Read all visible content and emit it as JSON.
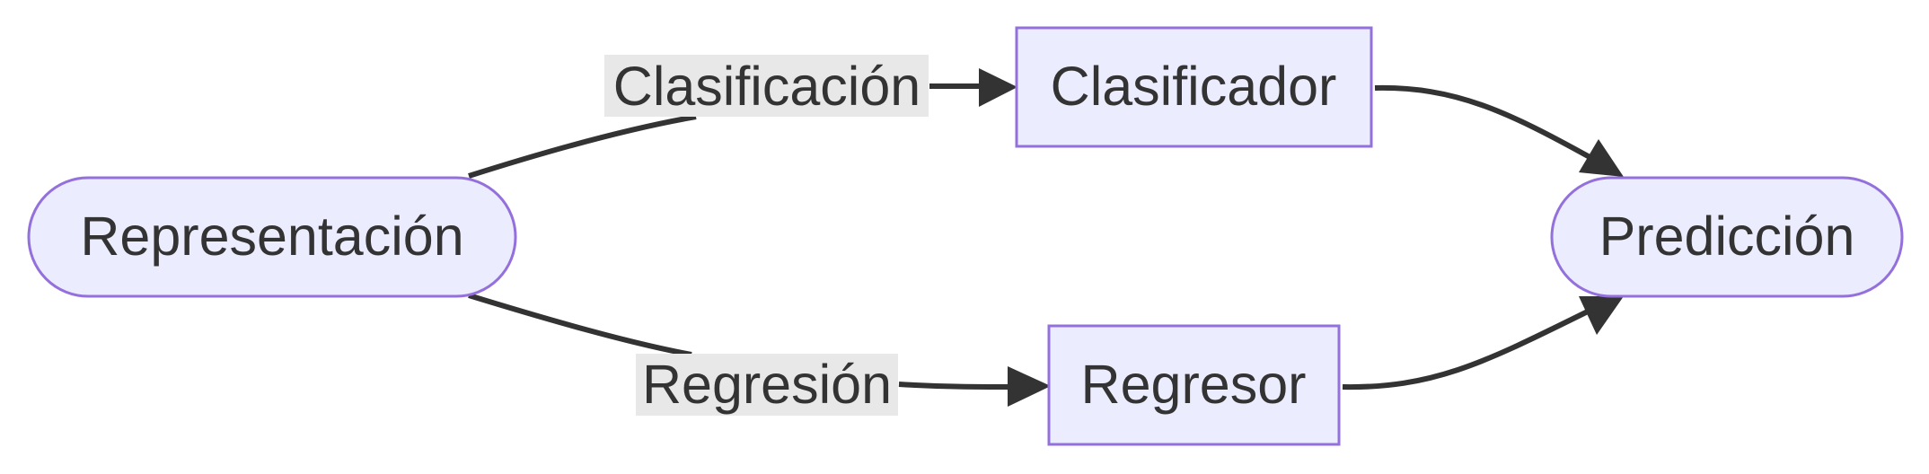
{
  "diagram": {
    "type": "flowchart",
    "colors": {
      "node_fill": "#ececff",
      "node_stroke": "#9370db",
      "edge": "#333333",
      "edge_label_bg": "#e8e8e8",
      "text": "#333333"
    },
    "nodes": {
      "representacion": {
        "label": "Representación",
        "shape": "stadium"
      },
      "clasificador": {
        "label": "Clasificador",
        "shape": "rectangle"
      },
      "regresor": {
        "label": "Regresor",
        "shape": "rectangle"
      },
      "prediccion": {
        "label": "Predicción",
        "shape": "stadium"
      }
    },
    "edges": [
      {
        "from": "Representación",
        "to": "Clasificador",
        "label": "Clasificación"
      },
      {
        "from": "Representación",
        "to": "Regresor",
        "label": "Regresión"
      },
      {
        "from": "Clasificador",
        "to": "Predicción",
        "label": ""
      },
      {
        "from": "Regresor",
        "to": "Predicción",
        "label": ""
      }
    ]
  }
}
